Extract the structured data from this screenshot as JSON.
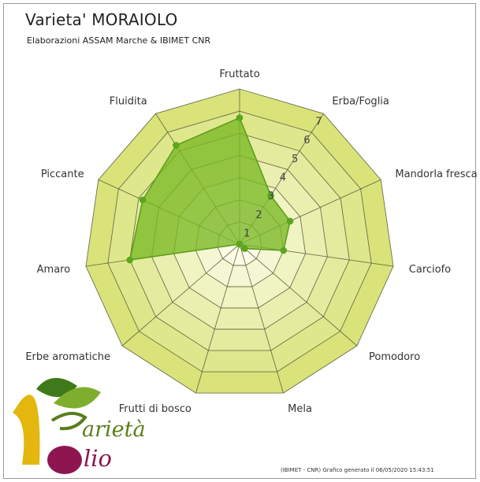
{
  "header": {
    "title": "Varieta' MORAIOLO",
    "subtitle": "Elaborazioni ASSAM Marche & IBIMET CNR"
  },
  "footer": {
    "note": "(IBIMET - CNR) Grafico generato il 06/05/2020 15:43:51"
  },
  "logo": {
    "word1": "arietà",
    "word2": "lio"
  },
  "colors": {
    "ring_outer": "#d9e37a",
    "ring_inner": "#fbfbe6",
    "grid": "#5a5a3a",
    "series_fill": "#7ab824",
    "series_stroke": "#5f9e1c",
    "marker": "#5aa61c"
  },
  "chart_data": {
    "type": "radar",
    "title": "Varieta' MORAIOLO",
    "subtitle": "Elaborazioni ASSAM Marche & IBIMET CNR",
    "rlim": [
      0,
      7
    ],
    "ticks": [
      1,
      2,
      3,
      4,
      5,
      6,
      7
    ],
    "grid": true,
    "categories": [
      "Fruttato",
      "Erba/Foglia",
      "Mandorla fresca",
      "Carciofo",
      "Pomodoro",
      "Mela",
      "Frutti di bosco",
      "Erbe aromatiche",
      "Amaro",
      "Piccante",
      "Fluidita"
    ],
    "series": [
      {
        "values": [
          5.7,
          2.6,
          2.5,
          2.0,
          0.3,
          0.0,
          0.0,
          0.0,
          5.0,
          4.8,
          5.3
        ]
      }
    ]
  }
}
